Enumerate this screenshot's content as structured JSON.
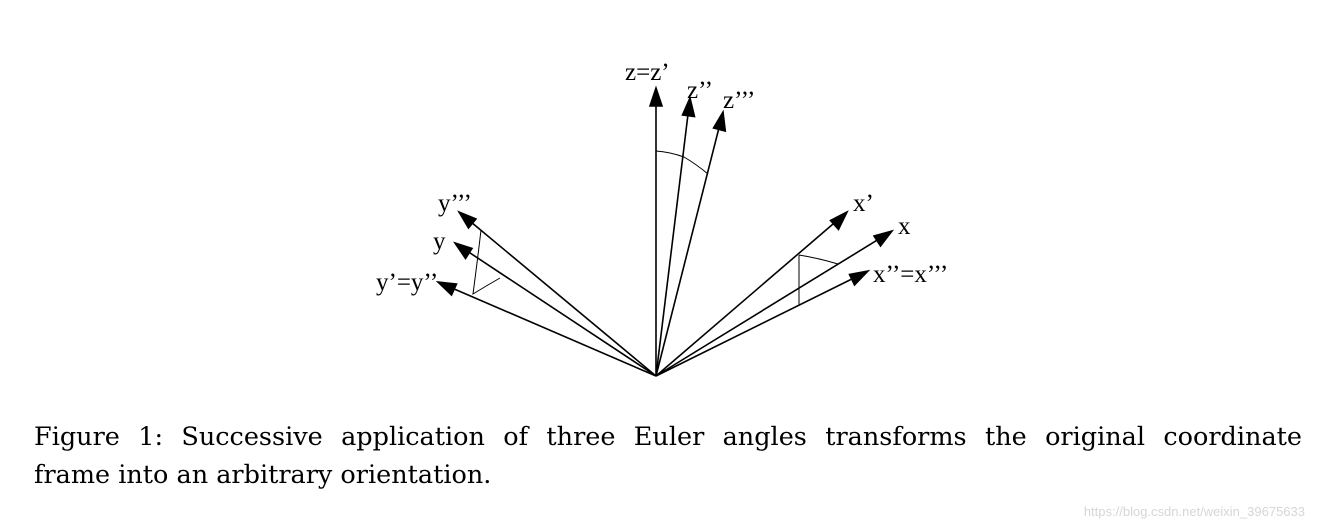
{
  "labels": {
    "z_eq_zp": "z=z’",
    "z2": "z’’",
    "z3": "z’’’",
    "y3": "y’’’",
    "y": "y",
    "yp_eq_y2": "y’=y’’",
    "xp": "x’",
    "x": "x",
    "x2_eq_x3": "x’’=x’’’"
  },
  "caption": {
    "line1": "Figure 1: Successive application of three Euler angles transforms the original coordinate",
    "line2": "frame into an arbitrary orientation."
  },
  "watermark": "https://blog.csdn.net/weixin_39675633",
  "colors": {
    "ink": "#000000",
    "watermark": "#d6d6d6",
    "background": "#ffffff"
  }
}
